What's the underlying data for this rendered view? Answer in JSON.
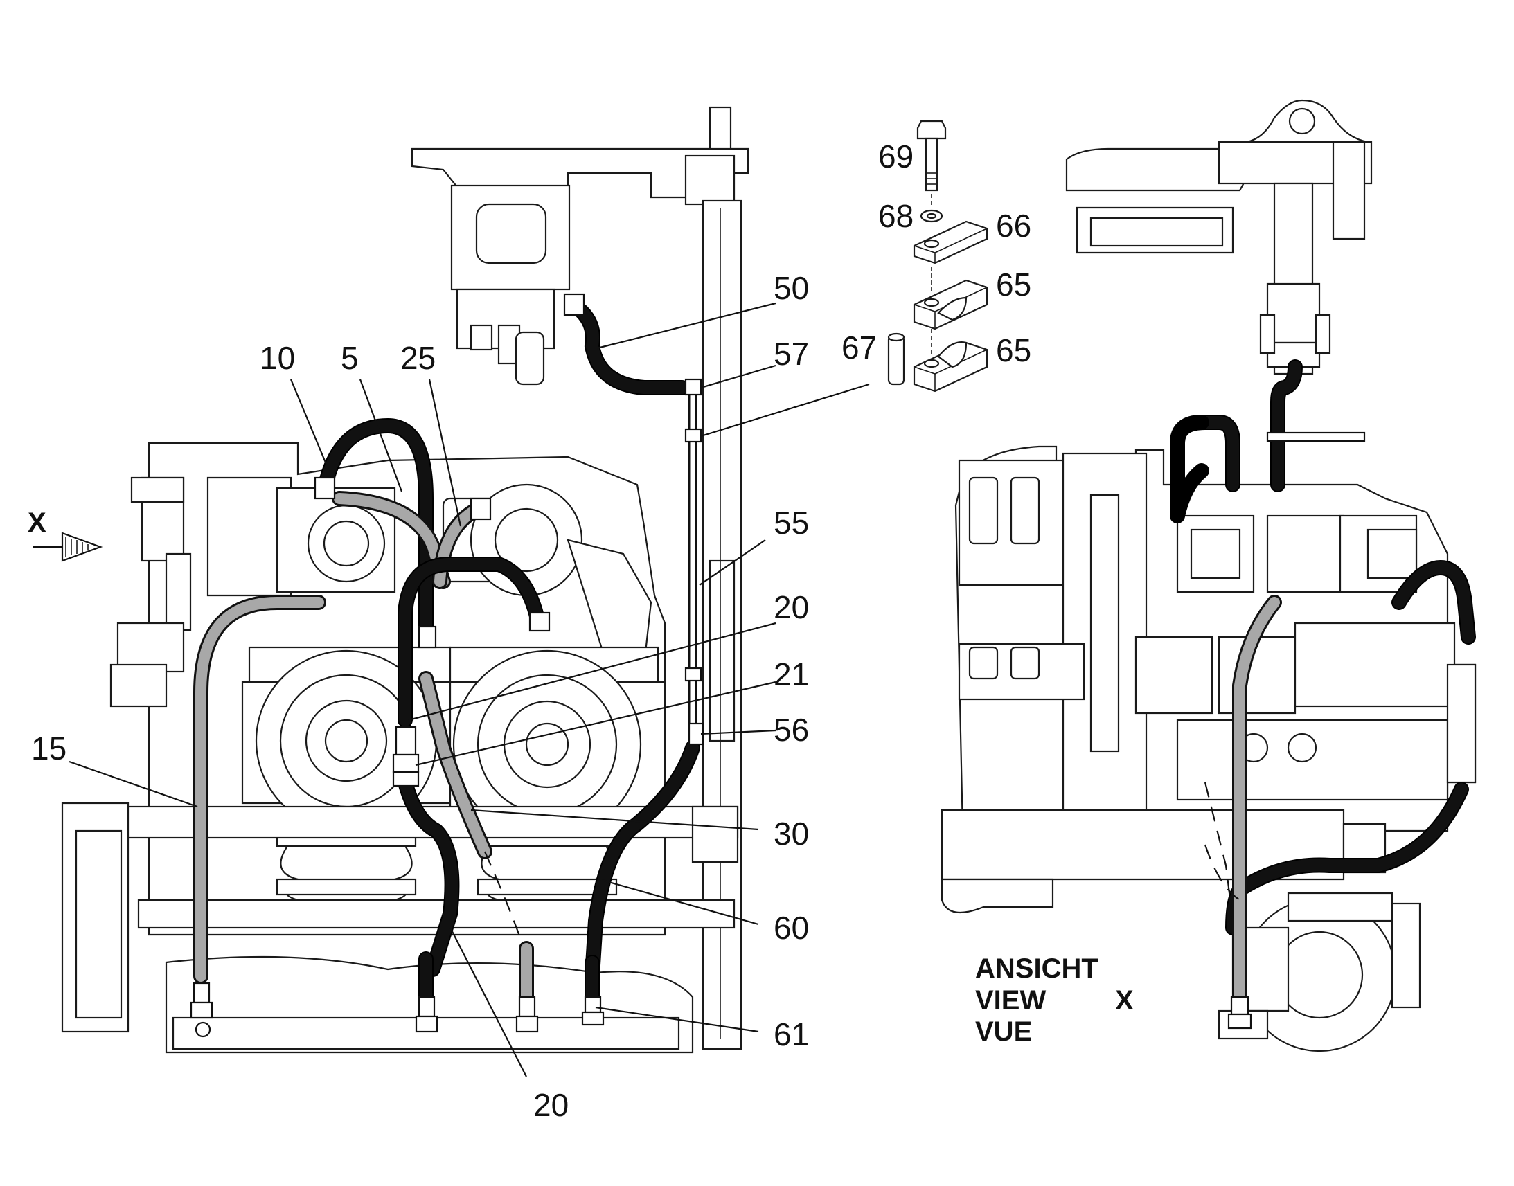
{
  "callouts": {
    "c10": "10",
    "c5": "5",
    "c25": "25",
    "c50": "50",
    "c57": "57",
    "c55": "55",
    "c20a": "20",
    "c21": "21",
    "c56": "56",
    "c15": "15",
    "c30": "30",
    "c60": "60",
    "c61": "61",
    "c20b": "20",
    "c69": "69",
    "c68": "68",
    "c66": "66",
    "c65a": "65",
    "c65b": "65",
    "c67": "67"
  },
  "view_marker": "X",
  "view_label": {
    "line1": "ANSICHT",
    "line2": "VIEW",
    "line3": "VUE",
    "marker": "X"
  }
}
